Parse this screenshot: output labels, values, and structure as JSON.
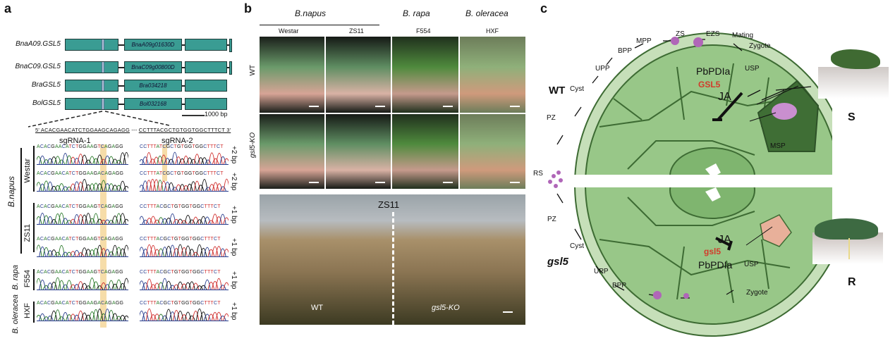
{
  "panel_a": {
    "label": "a",
    "genes": [
      {
        "name": "BnaA09.GSL5",
        "locus": "BnaA09g01630D"
      },
      {
        "name": "BnaC09.GSL5",
        "locus": "BnaC09g00800D"
      },
      {
        "name": "BraGSL5",
        "locus": "Bra034218"
      },
      {
        "name": "BolGSL5",
        "locus": "Bol032168"
      }
    ],
    "scale_bar": "1000 bp",
    "target_seq_left": "5' ACACGAACATCTGGAAGCAGAGG",
    "target_seq_gap": "---",
    "target_seq_right": "CCTTTACGCTGTGGTGGCTTTCT 3'",
    "sgrna1": "sgRNA-1",
    "sgrna2": "sgRNA-2",
    "species_napus": "B.napus",
    "species_rapa": "B. rapa",
    "species_oleracea": "B. oleracea",
    "rows": [
      {
        "cultivar": "Westar",
        "seq1": "ACACGAACATCTGGAAGTCAGAGG",
        "seq2": "CCTTTATCGCTGTGGTGGCTTTCT",
        "indel": "+2 bp"
      },
      {
        "cultivar": "",
        "seq1": "ACACGAACATCTGGAAGACAGAGG",
        "seq2": "CCTTTATCGCTGTGGTGGCTTTCT",
        "indel": "+2 bp"
      },
      {
        "cultivar": "ZS11",
        "seq1": "ACACGAACATCTGGAAGTCAGAGG",
        "seq2": "CCTTTACGCTGTGGTGGCTTTCT",
        "indel": "+1 bp"
      },
      {
        "cultivar": "",
        "seq1": "ACACGAACATCTGGAAGTCAGAGG",
        "seq2": "CCTTTACGCTGTGGTGGCTTTCT",
        "indel": "+1 bp"
      },
      {
        "cultivar": "F554",
        "seq1": "ACACGAACATCTGGAAGTCAGAGG",
        "seq2": "CCTTTACGCTGTGGTGGCTTTCT",
        "indel": "+1 bp"
      },
      {
        "cultivar": "HXF",
        "seq1": "ACACGAACATCTGGAAGACAGAGG",
        "seq2": "CCTTTACGCTGTGGTGGCTTTCT",
        "indel": "+1 bp"
      }
    ],
    "colors": {
      "exon": "#3a9c93",
      "highlight": "#f5d79a",
      "A": "#2a7a2a",
      "C": "#2a3f8f",
      "G": "#111111",
      "T": "#d0302f"
    }
  },
  "panel_b": {
    "label": "b",
    "species": [
      "B.napus",
      "B. rapa",
      "B. oleracea"
    ],
    "cultivars": [
      "Westar",
      "ZS11",
      "F554",
      "HXF"
    ],
    "rows": [
      "WT",
      "gsl5-KO"
    ],
    "field_title": "ZS11",
    "field_left": "WT",
    "field_right": "gsl5-KO"
  },
  "panel_c": {
    "label": "c",
    "wt_label": "WT",
    "mut_label": "gsl5",
    "top_labels": {
      "zs": "ZS",
      "ezs": "EZS",
      "mating": "Mating",
      "zygote": "Zygote",
      "mpp": "MPP",
      "bpp": "BPP",
      "upp": "UPP",
      "cyst": "Cyst",
      "pz": "PZ",
      "usp": "USP",
      "pbpdia": "PbPDIa",
      "gene": "GSL5",
      "ja": "JA",
      "msp": "MSP"
    },
    "rs": "RS",
    "bottom_labels": {
      "pz": "PZ",
      "cyst": "Cyst",
      "upp": "UPP",
      "bpp": "BPP",
      "zygote": "Zygote",
      "usp": "USP",
      "pbpdia": "PbPDIa",
      "gene": "gsl5",
      "ja": "JA"
    },
    "phenotype_top": "S",
    "phenotype_bottom": "R",
    "colors": {
      "cell": "#98c788",
      "outline": "#3d6b33",
      "msp_cell": "#3f6e35",
      "resistant_cell": "#e8b09a",
      "gene": "#d23b2b",
      "pathogen": "#b066b8"
    }
  }
}
